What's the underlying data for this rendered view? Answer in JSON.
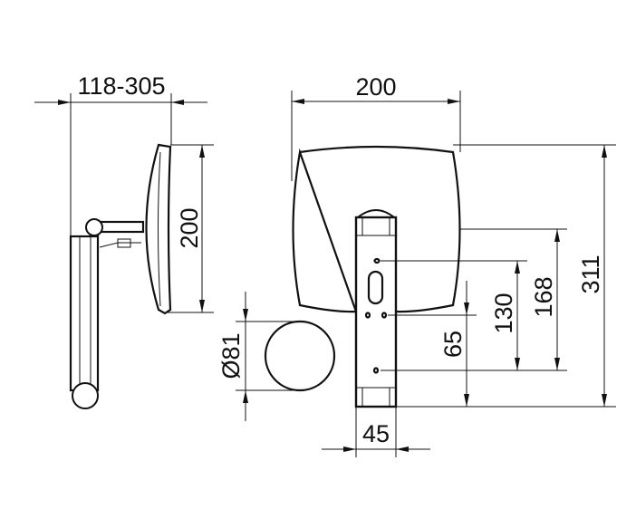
{
  "dimensions": {
    "side_projection": "118-305",
    "side_height": "200",
    "front_width": "200",
    "total_height": "311",
    "upper_hole_height": "168",
    "hole_spacing": "130",
    "mid_hole_height": "65",
    "bracket_width": "45",
    "disc_diameter": "Ø81"
  },
  "colors": {
    "line": "#111111",
    "background": "#ffffff"
  }
}
